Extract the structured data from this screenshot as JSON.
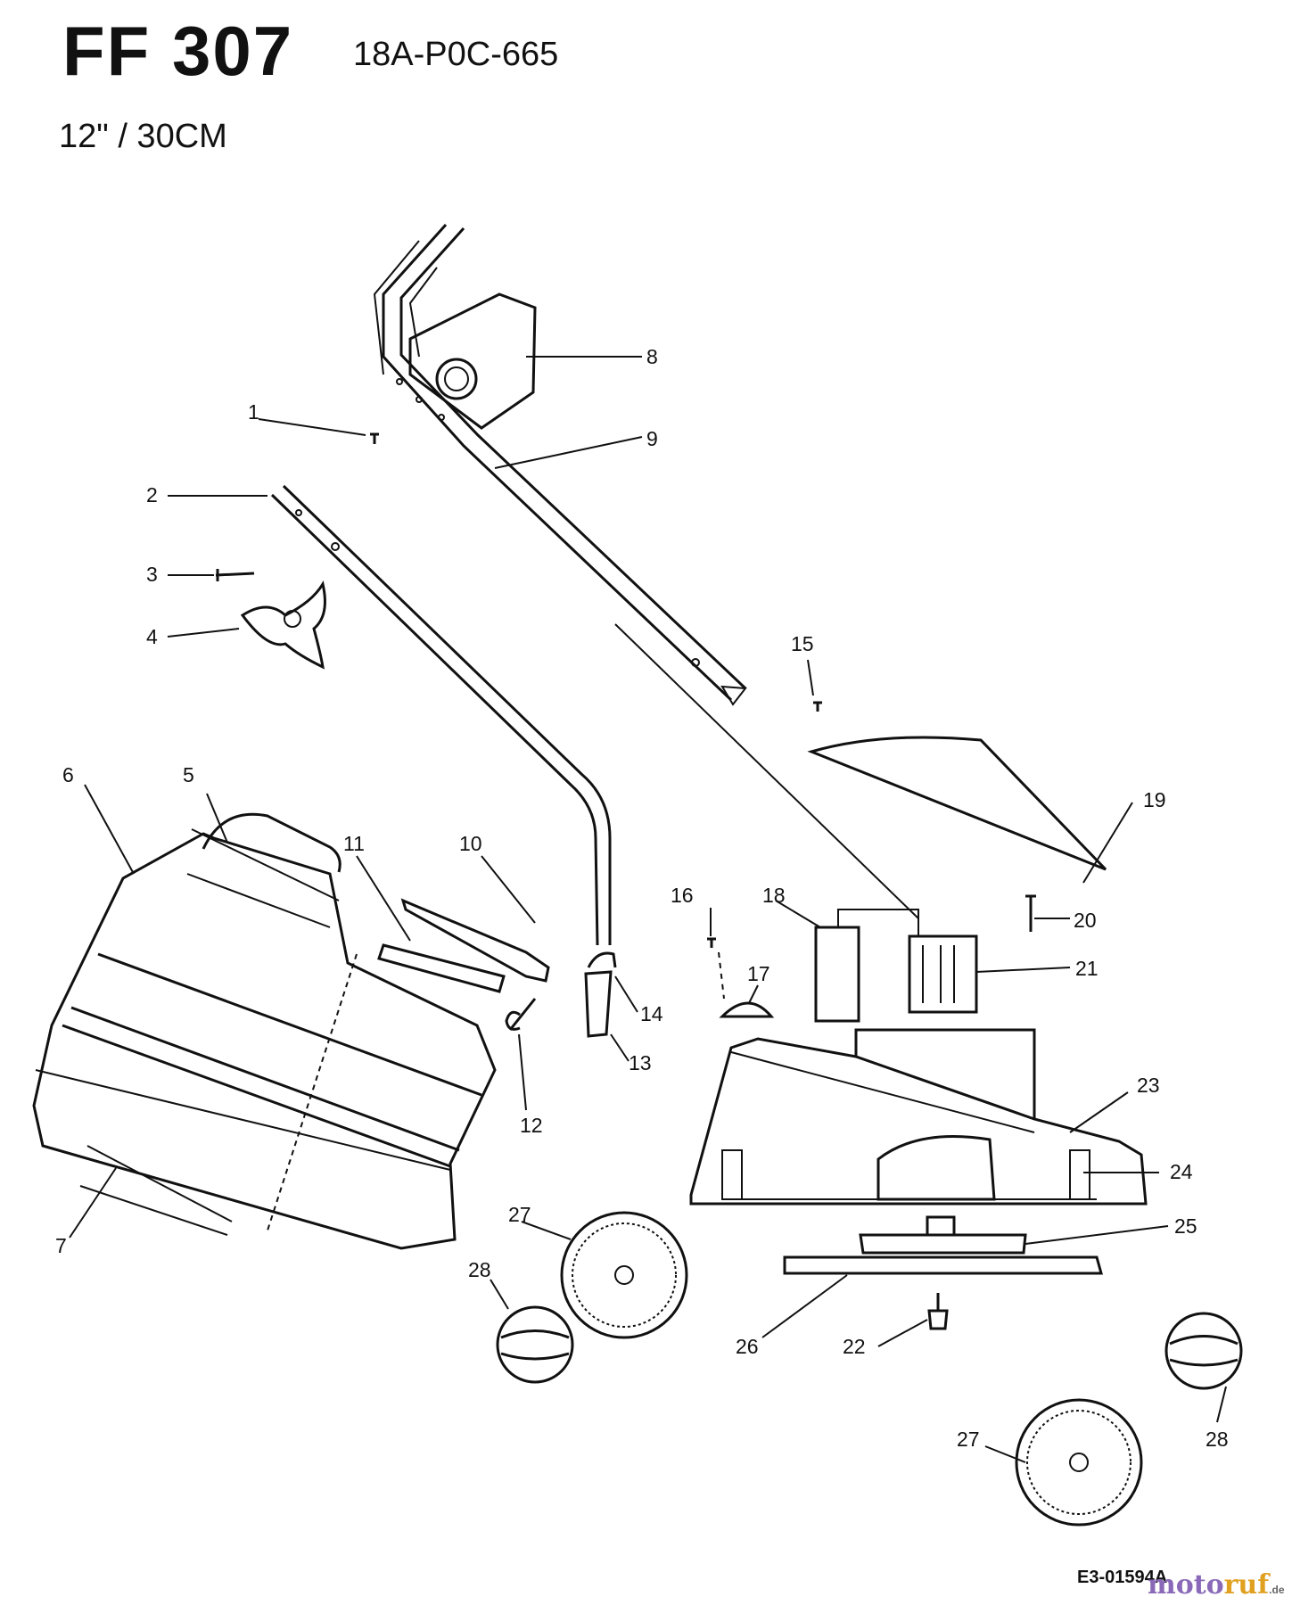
{
  "header": {
    "model": "FF 307",
    "part_number": "18A-P0C-665",
    "size": "12\"  / 30CM"
  },
  "footer": {
    "diagram_code": "E3-01594A",
    "watermark": {
      "part1": "moto",
      "part2": "ruf",
      "suffix": ".de"
    }
  },
  "callouts": [
    "1",
    "2",
    "3",
    "4",
    "5",
    "6",
    "7",
    "8",
    "9",
    "10",
    "11",
    "12",
    "13",
    "14",
    "15",
    "16",
    "17",
    "18",
    "19",
    "20",
    "21",
    "22",
    "23",
    "24",
    "25",
    "26",
    "27",
    "27",
    "28",
    "28"
  ]
}
